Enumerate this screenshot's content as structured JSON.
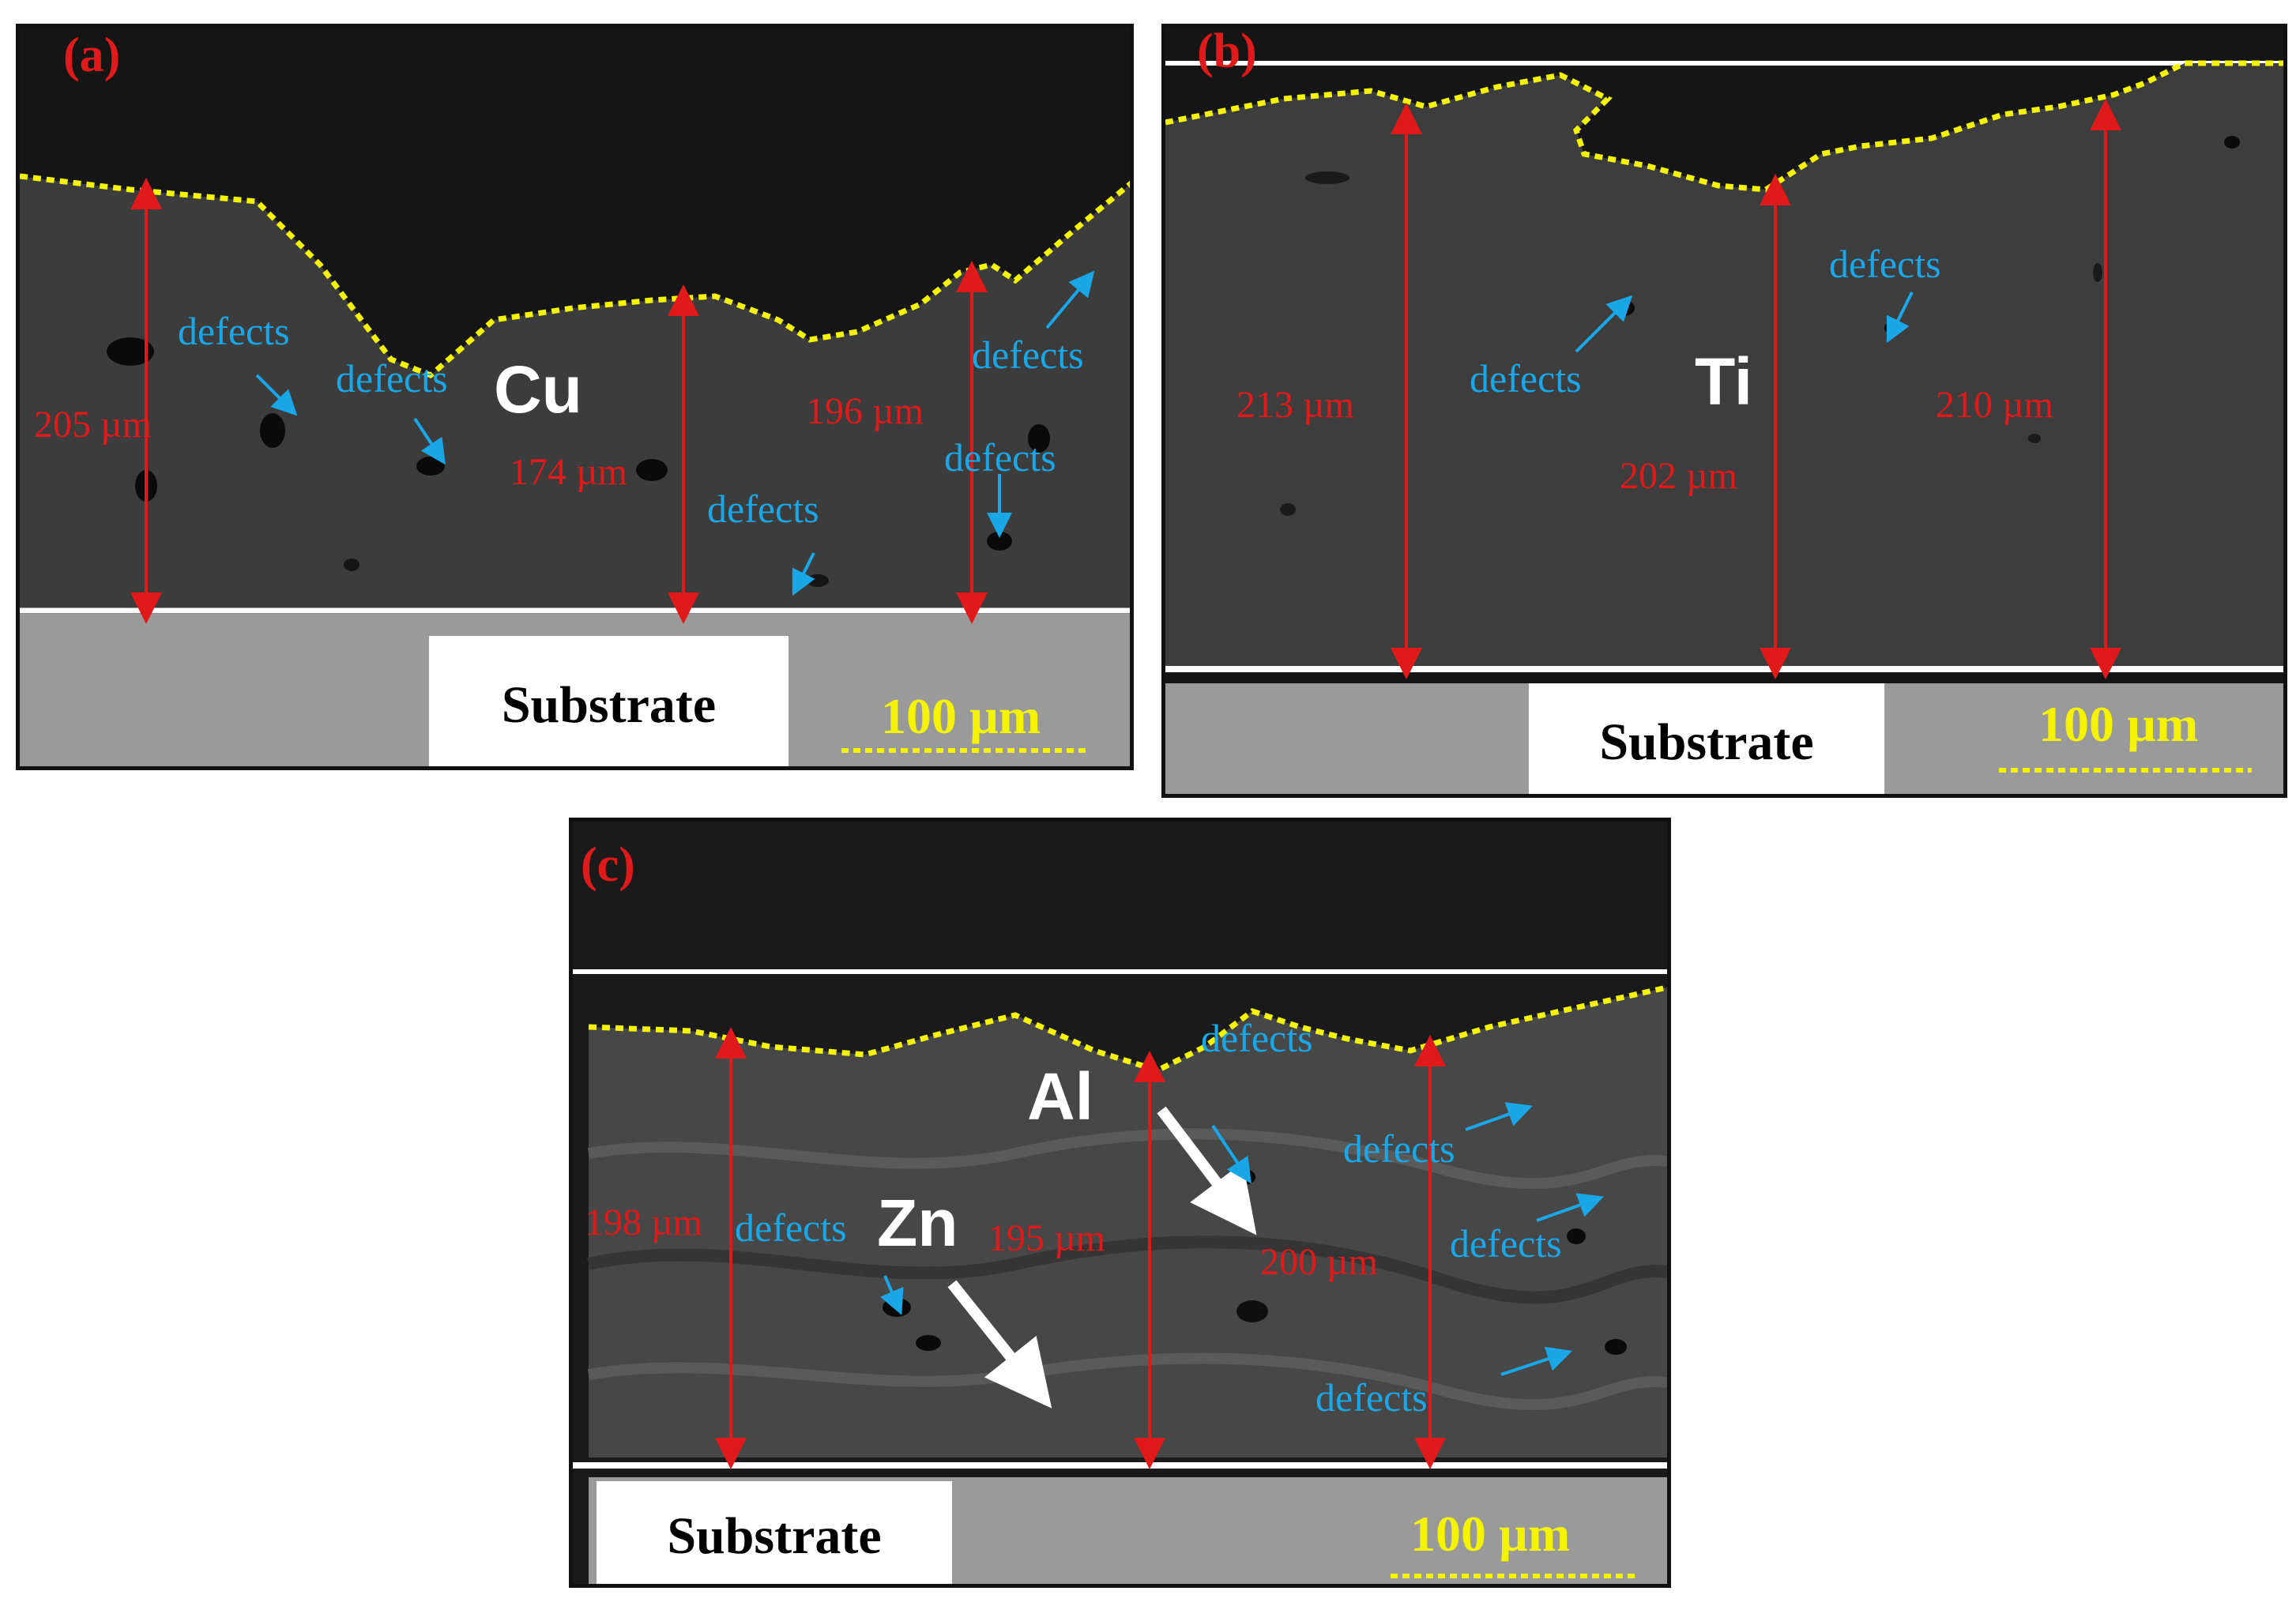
{
  "panels": {
    "a": {
      "label": "(a)",
      "element": "Cu",
      "thicknesses": [
        "205 µm",
        "174 µm",
        "196 µm"
      ],
      "defect_label": "defects",
      "substrate": "Substrate",
      "scale": "100 µm"
    },
    "b": {
      "label": "(b)",
      "element": "Ti",
      "thicknesses": [
        "213 µm",
        "202 µm",
        "210 µm"
      ],
      "defect_label": "defects",
      "substrate": "Substrate",
      "scale": "100 µm"
    },
    "c": {
      "label": "(c)",
      "elements": [
        "Al",
        "Zn"
      ],
      "thicknesses": [
        "198 µm",
        "195 µm",
        "200 µm"
      ],
      "defect_label": "defects",
      "substrate": "Substrate",
      "scale": "100 µm"
    }
  },
  "colors": {
    "thickness": "#e01a1a",
    "defects": "#19a7e8",
    "surface_trace": "#f4f400",
    "coating": "#3b3b3b",
    "substrate": "#9a9a9a"
  }
}
